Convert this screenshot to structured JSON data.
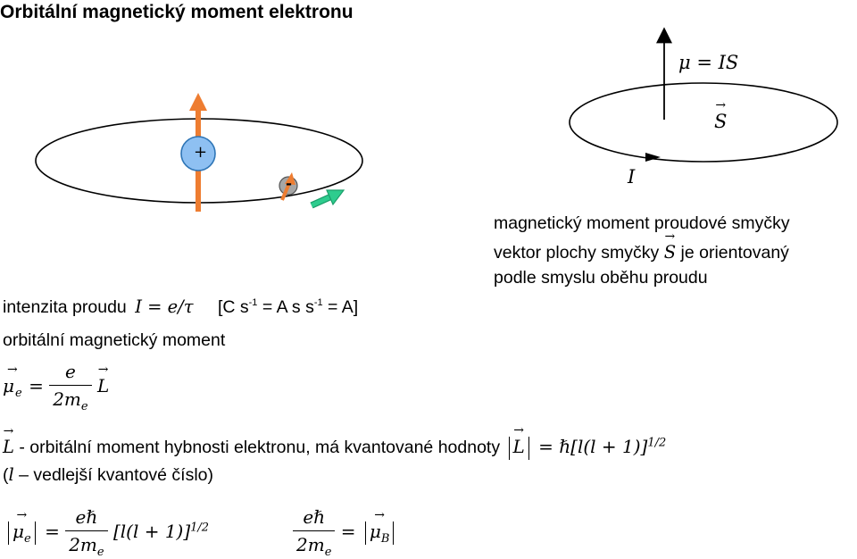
{
  "title": "Orbitální magnetický moment elektronu",
  "diagram": {
    "nucleus_label": "+",
    "electron_label": "-",
    "loop_current_label": "I",
    "loop_area_label": "S",
    "loop_moment_label": "μ = IS",
    "colors": {
      "orbit": "#000000",
      "nucleus_fill": "#8ec0f2",
      "electron_fill": "#a6a6a6",
      "moment_arrow": "#ee7d31",
      "motion_arrow": "#2ecc8e"
    }
  },
  "loop_text": {
    "line1": "magnetický moment proudové smyčky",
    "line2_a": "vektor plochy smyčky",
    "line2_b": "S",
    "line2_c": "je orientovaný",
    "line3": "podle smyslu oběhu proudu"
  },
  "current": {
    "label": "intenzita proudu",
    "formula": "I = e/τ",
    "units_a": "[C s",
    "units_b": "-1",
    "units_c": " = A s s",
    "units_d": "-1",
    "units_e": " = A]"
  },
  "orbital_moment_label": "orbitální magnetický moment",
  "formula_mu_e": {
    "lhs": "μ",
    "lhs_sub": "e",
    "eq": "=",
    "num": "e",
    "den": "2m",
    "den_sub": "e",
    "rhs": "L"
  },
  "angular_line": {
    "symbol": "L",
    "text": " - orbitální moment hybnosti elektronu, má kvantované hodnoty ",
    "val_L": "L",
    "val_eq": "= ℏ[l(l + 1)]",
    "val_exp": "1/2"
  },
  "secondary_line": {
    "open": "(",
    "symbol": "l",
    "text": " – vedlejší kvantové číslo)"
  },
  "formula_mu_mag": {
    "lhs": "μ",
    "lhs_sub": "e",
    "eq": "=",
    "num": "eℏ",
    "den": "2m",
    "den_sub": "e",
    "rhs": "[l(l + 1)]",
    "rhs_exp": "1/2"
  },
  "formula_bohr": {
    "num": "eℏ",
    "den": "2m",
    "den_sub": "e",
    "eq": "=",
    "rhs": "μ",
    "rhs_sub": "B"
  }
}
